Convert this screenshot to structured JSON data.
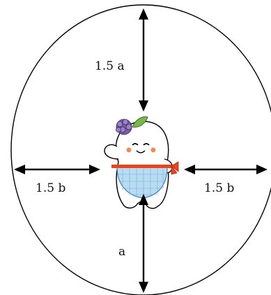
{
  "labels": {
    "top": "1.5 a",
    "left": "1.5 b",
    "right": "1.5 b",
    "bottom": "a"
  },
  "colors": {
    "outline": "#000000",
    "flower": "#7a5ca8",
    "leaf": "#7ab648",
    "apron": "#b9dcf2",
    "apron_ribbon": "#e8451d",
    "cheeks": "#f08a5d"
  }
}
